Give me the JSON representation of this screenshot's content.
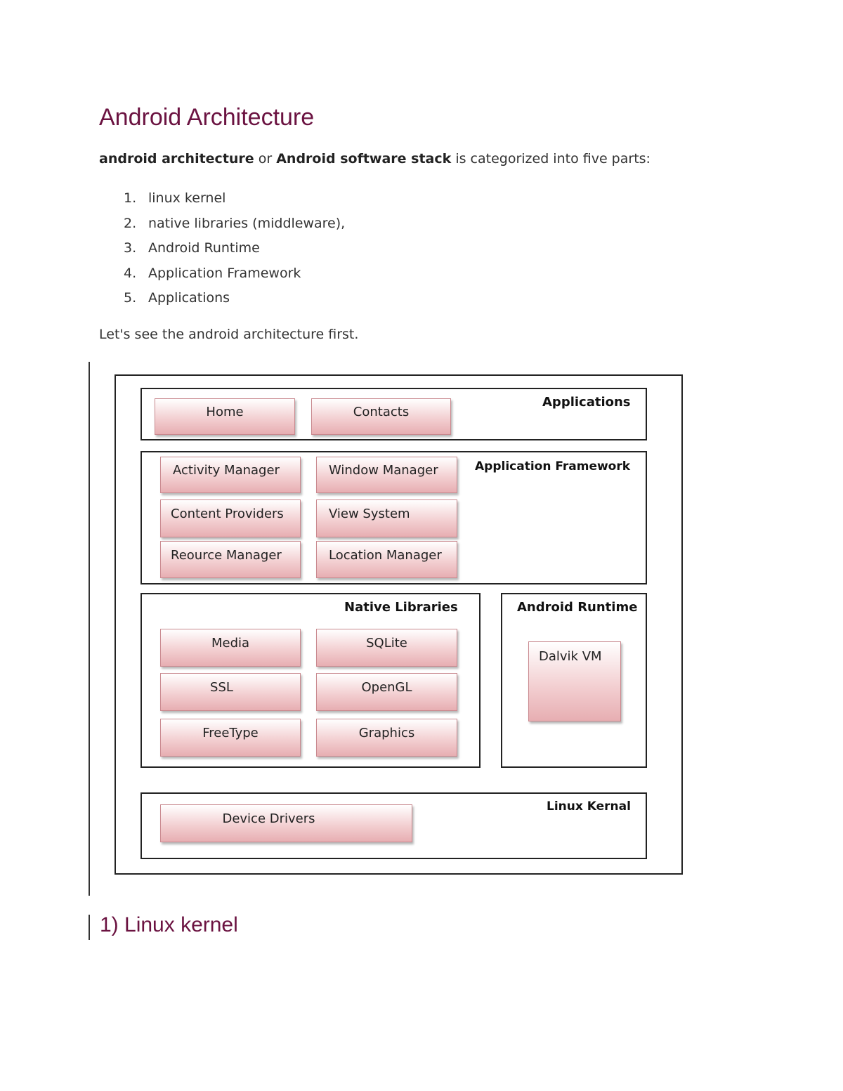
{
  "title": "Android Architecture",
  "intro": {
    "bold1": "android architecture",
    "mid": " or ",
    "bold2": "Android software stack",
    "rest": " is categorized into five parts:"
  },
  "parts": [
    {
      "num": "1.",
      "text": "linux kernel"
    },
    {
      "num": "2.",
      "text": "native libraries (middleware),"
    },
    {
      "num": "3.",
      "text": "Android Runtime"
    },
    {
      "num": "4.",
      "text": "Application Framework"
    },
    {
      "num": "5.",
      "text": "Applications"
    }
  ],
  "lead": "Let's see the android architecture first.",
  "diagram": {
    "applications": {
      "label": "Applications",
      "items": [
        "Home",
        "Contacts"
      ]
    },
    "framework": {
      "label": "Application Framework",
      "items": [
        "Activity Manager",
        "Window Manager",
        "Content Providers",
        "View System",
        "Reource Manager",
        "Location Manager"
      ]
    },
    "native_libraries": {
      "label": "Native Libraries",
      "items": [
        "Media",
        "SQLite",
        "SSL",
        "OpenGL",
        "FreeType",
        "Graphics"
      ]
    },
    "runtime": {
      "label": "Android Runtime",
      "items": [
        "Dalvik VM"
      ]
    },
    "kernel": {
      "label": "Linux Kernal",
      "items": [
        "Device Drivers"
      ]
    }
  },
  "section1": "1) Linux kernel"
}
